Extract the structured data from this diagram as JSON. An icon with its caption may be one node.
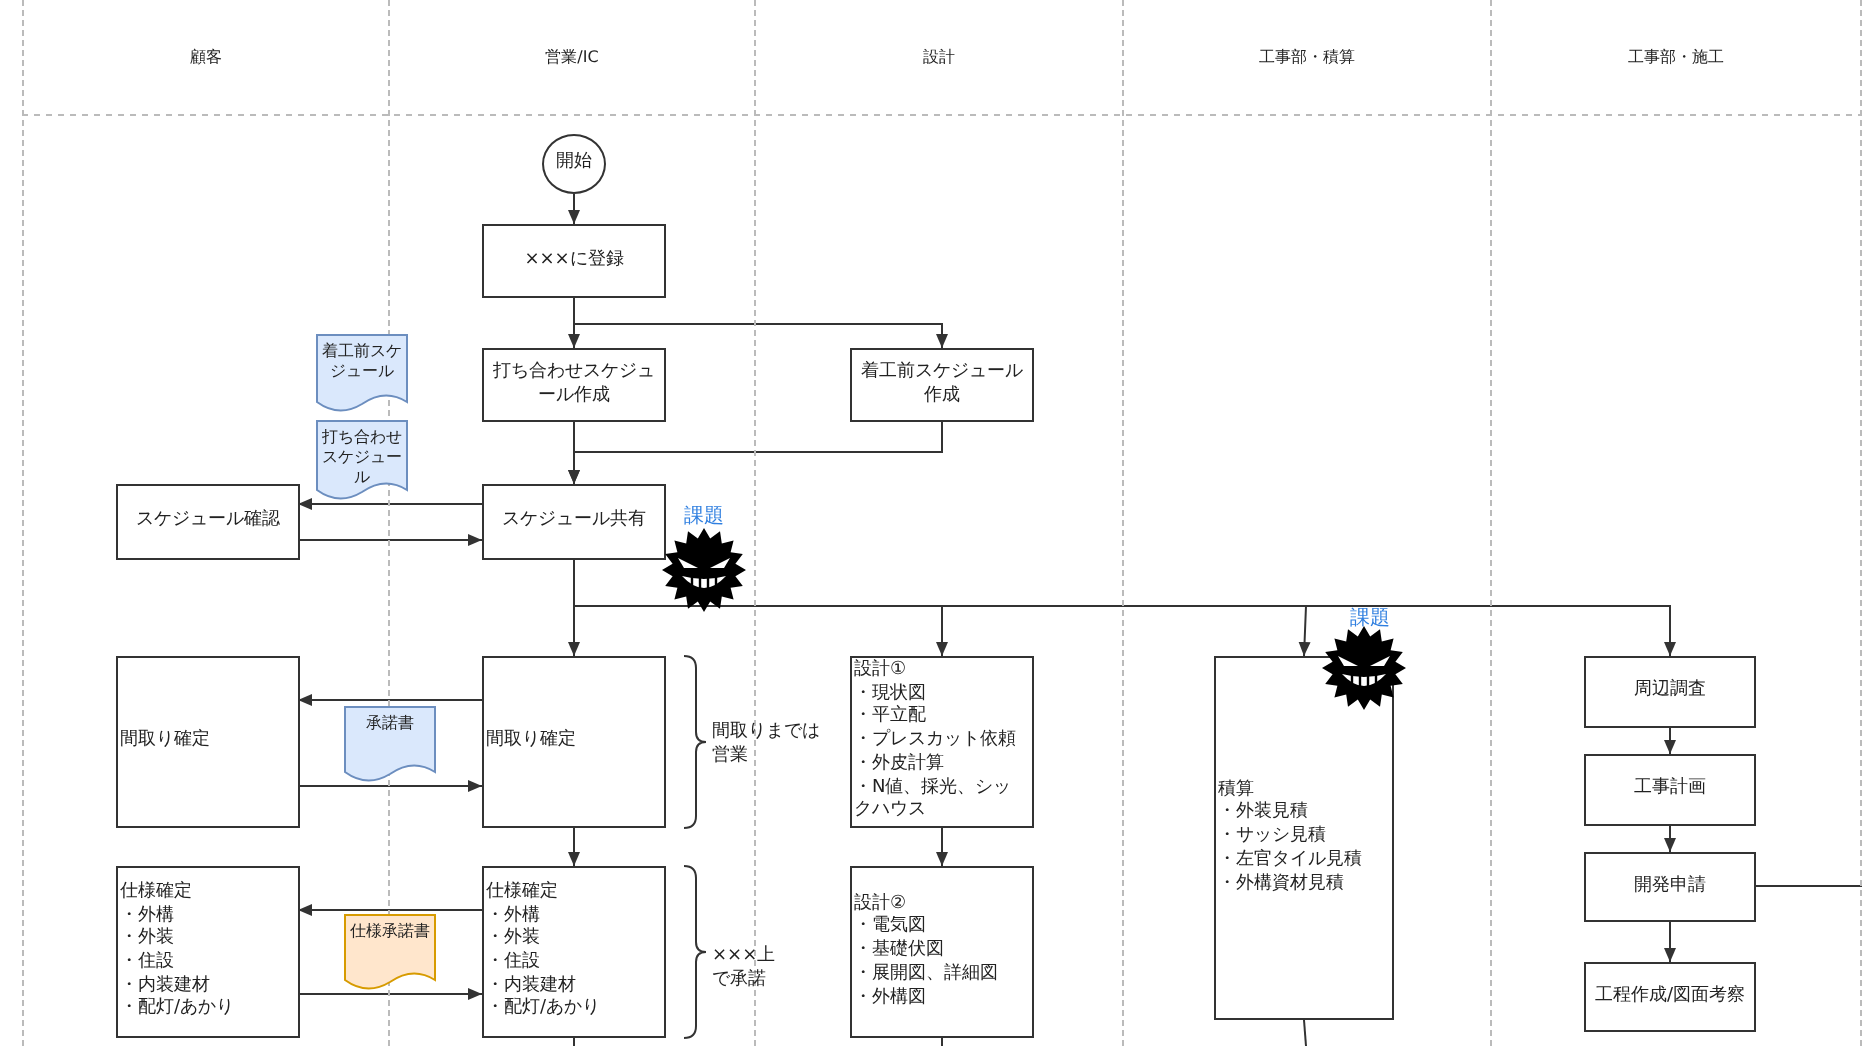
{
  "diagram": {
    "nodes": [
      {
        "text": [
          "顧客"
        ]
      },
      {
        "text": [
          "営業/IC"
        ]
      },
      {
        "text": [
          "設計"
        ]
      },
      {
        "text": [
          "工事部・積算"
        ]
      },
      {
        "text": [
          "工事部・施工"
        ]
      },
      {
        "text": [
          "開始"
        ],
        "in": 1
      },
      {
        "text": [
          "×××に登録"
        ],
        "in": 1
      },
      {
        "text": [
          "打ち合わせスケジュール作成"
        ],
        "in": 1
      },
      {
        "text": [
          "着工前スケジュール作成"
        ],
        "in": 2
      },
      {
        "text": [
          "着工前スケジュール"
        ]
      },
      {
        "text": [
          "打ち合わせスケジュール"
        ]
      },
      {
        "text": [
          "スケジュール確認"
        ],
        "in": 0
      },
      {
        "text": [
          "スケジュール共有"
        ],
        "in": 1
      },
      {
        "text": [
          "間取り確定"
        ],
        "in": 0
      },
      {
        "text": [
          "間取り確定"
        ],
        "in": 1
      },
      {
        "text": [
          "承諾書"
        ]
      },
      {
        "text": [
          "設計①",
          "・現状図",
          "・平立配",
          "・プレスカット依頼",
          "・外皮計算",
          "・N値、採光、シックハウス"
        ],
        "in": 2
      },
      {
        "text": [
          "積算",
          "・外装見積",
          "・サッシ見積",
          "・左官タイル見積",
          "・外構資材見積"
        ],
        "in": 3
      },
      {
        "text": [
          "周辺調査"
        ],
        "in": 4
      },
      {
        "text": [
          "工事計画"
        ],
        "in": 4
      },
      {
        "text": [
          "開発申請"
        ],
        "in": 4
      },
      {
        "text": [
          "工程作成/図面考察"
        ],
        "in": 4
      },
      {
        "text": [
          "仕様確定",
          "・外構",
          "・外装",
          "・住設",
          "・内装建材",
          "・配灯/あかり"
        ],
        "in": 0
      },
      {
        "text": [
          "仕様確定",
          "・外構",
          "・外装",
          "・住設",
          "・内装建材",
          "・配灯/あかり"
        ],
        "in": 1
      },
      {
        "text": [
          "仕様承諾書"
        ]
      },
      {
        "text": [
          "設計②",
          "・電気図",
          "・基礎伏図",
          "・展開図、詳細図",
          "・外構図"
        ],
        "in": 2
      }
    ],
    "edges": [
      {
        "from": 5,
        "to": 6,
        "arrow": "to"
      },
      {
        "from": 6,
        "to": 7,
        "arrow": "to"
      },
      {
        "from": 6,
        "to": 8,
        "arrow": "to"
      },
      {
        "from": 7,
        "to": 12,
        "arrow": "to"
      },
      {
        "from": 8,
        "to": 12,
        "arrow": "to"
      },
      {
        "from": 12,
        "to": 11,
        "arrow": "to"
      },
      {
        "from": 11,
        "to": 12,
        "arrow": "to"
      },
      {
        "from": 12,
        "to": 14,
        "arrow": "to"
      },
      {
        "from": 12,
        "to": 16,
        "arrow": "to"
      },
      {
        "from": 12,
        "to": 17,
        "arrow": "to"
      },
      {
        "from": 12,
        "to": 18,
        "arrow": "to"
      },
      {
        "from": 14,
        "to": 13,
        "arrow": "to"
      },
      {
        "from": 13,
        "to": 14,
        "arrow": "to"
      },
      {
        "from": 14,
        "to": 23,
        "arrow": "to"
      },
      {
        "from": 16,
        "to": 25,
        "arrow": "to"
      },
      {
        "from": 23,
        "to": 22,
        "arrow": "to"
      },
      {
        "from": 22,
        "to": 23,
        "arrow": "to"
      },
      {
        "from": 18,
        "to": 19,
        "arrow": "to"
      },
      {
        "from": 19,
        "to": 20,
        "arrow": "to"
      },
      {
        "from": 20,
        "to": 21,
        "arrow": "to"
      },
      {
        "from": 20,
        "to": null,
        "arrow": "none"
      },
      {
        "from": 23,
        "to": null,
        "arrow": "none"
      },
      {
        "from": 25,
        "to": null,
        "arrow": "none"
      },
      {
        "from": 17,
        "to": null,
        "arrow": "none"
      }
    ],
    "labels": [
      "課題",
      "課題",
      "間取りまでは営業",
      "×××上で承諾"
    ]
  }
}
